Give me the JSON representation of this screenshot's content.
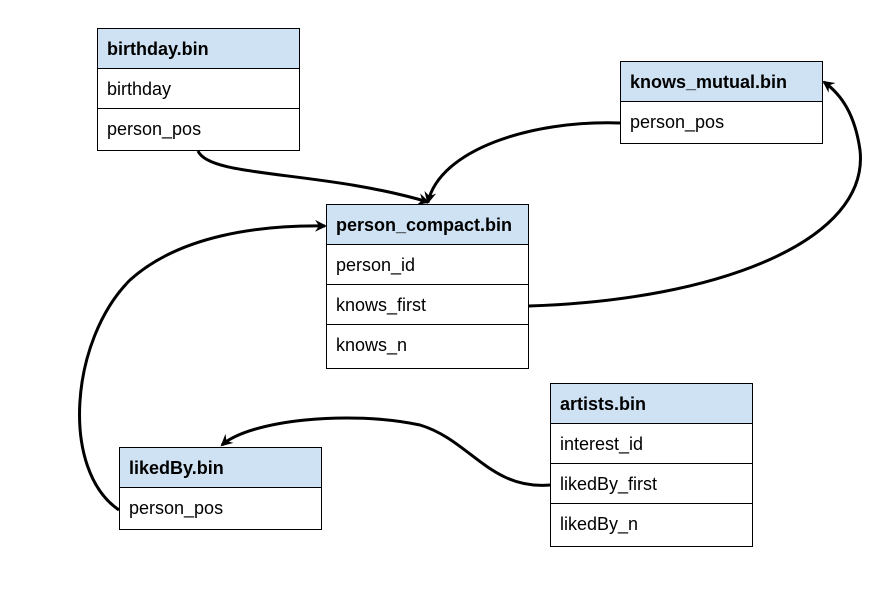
{
  "entities": {
    "birthday": {
      "title": "birthday.bin",
      "fields": [
        "birthday",
        "person_pos"
      ]
    },
    "knows_mutual": {
      "title": "knows_mutual.bin",
      "fields": [
        "person_pos"
      ]
    },
    "person_compact": {
      "title": "person_compact.bin",
      "fields": [
        "person_id",
        "knows_first",
        "knows_n"
      ]
    },
    "artists": {
      "title": "artists.bin",
      "fields": [
        "interest_id",
        "likedBy_first",
        "likedBy_n"
      ]
    },
    "likedBy": {
      "title": "likedBy.bin",
      "fields": [
        "person_pos"
      ]
    }
  },
  "links": [
    {
      "from": "birthday.person_pos",
      "to": "person_compact.bin"
    },
    {
      "from": "knows_mutual.person_pos",
      "to": "person_compact.bin"
    },
    {
      "from": "person_compact.knows_first",
      "to": "knows_mutual.bin"
    },
    {
      "from": "likedBy.person_pos",
      "to": "person_compact.bin"
    },
    {
      "from": "artists.likedBy_first",
      "to": "likedBy.bin"
    }
  ],
  "colors": {
    "header_fill": "#cfe2f3",
    "border": "#000000",
    "link": "#000000"
  }
}
